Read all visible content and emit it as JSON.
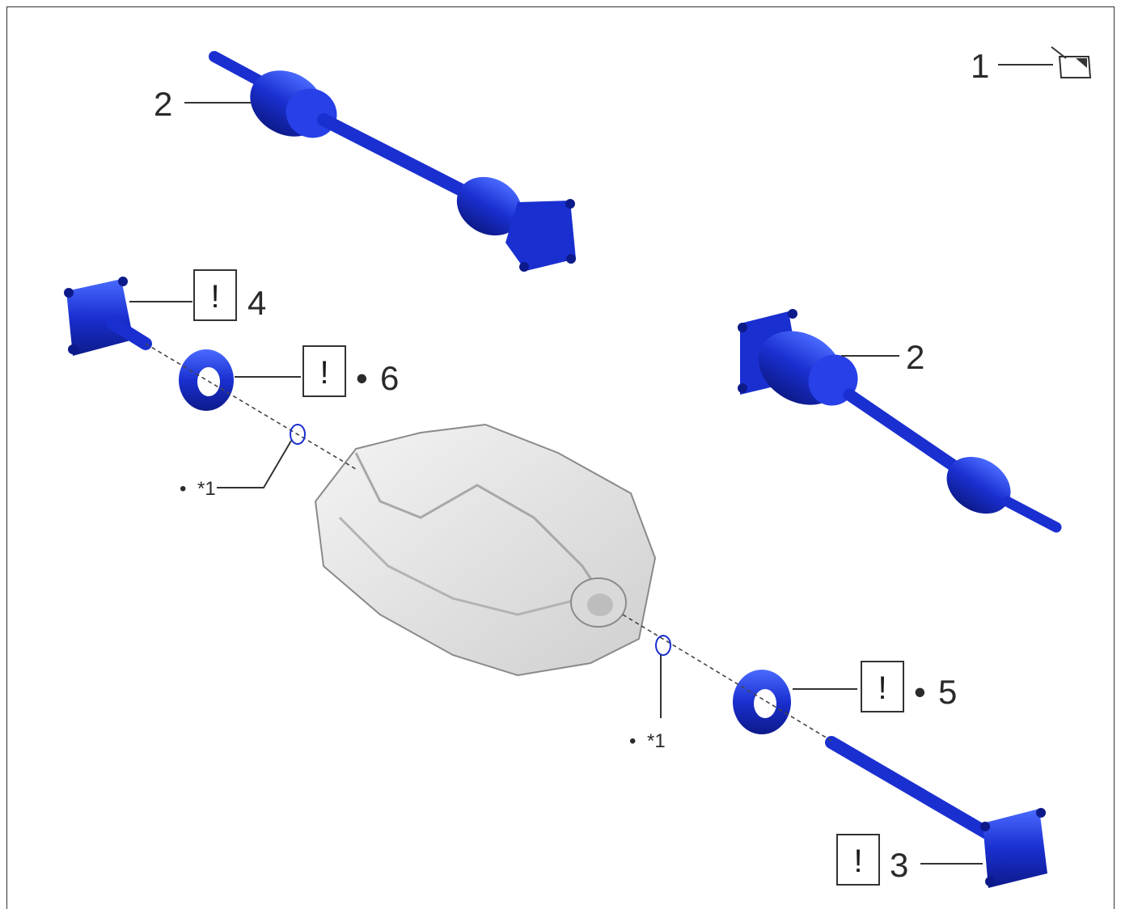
{
  "colors": {
    "part_blue": "#1a2fd0",
    "part_blue_light": "#3b5bff",
    "housing_grey": "#e6e6e6",
    "housing_edge": "#8a8a8a"
  },
  "callouts": {
    "c1": "1",
    "c2_top": "2",
    "c2_right": "2",
    "c3": "3",
    "c4": "4",
    "c5": "5",
    "c6": "6",
    "note_left": "*1",
    "note_bottom": "*1",
    "bullet": "•",
    "caution_mark": "!"
  },
  "icons": {
    "precoat": "precoated-part-icon",
    "caution": "caution-box-icon"
  }
}
